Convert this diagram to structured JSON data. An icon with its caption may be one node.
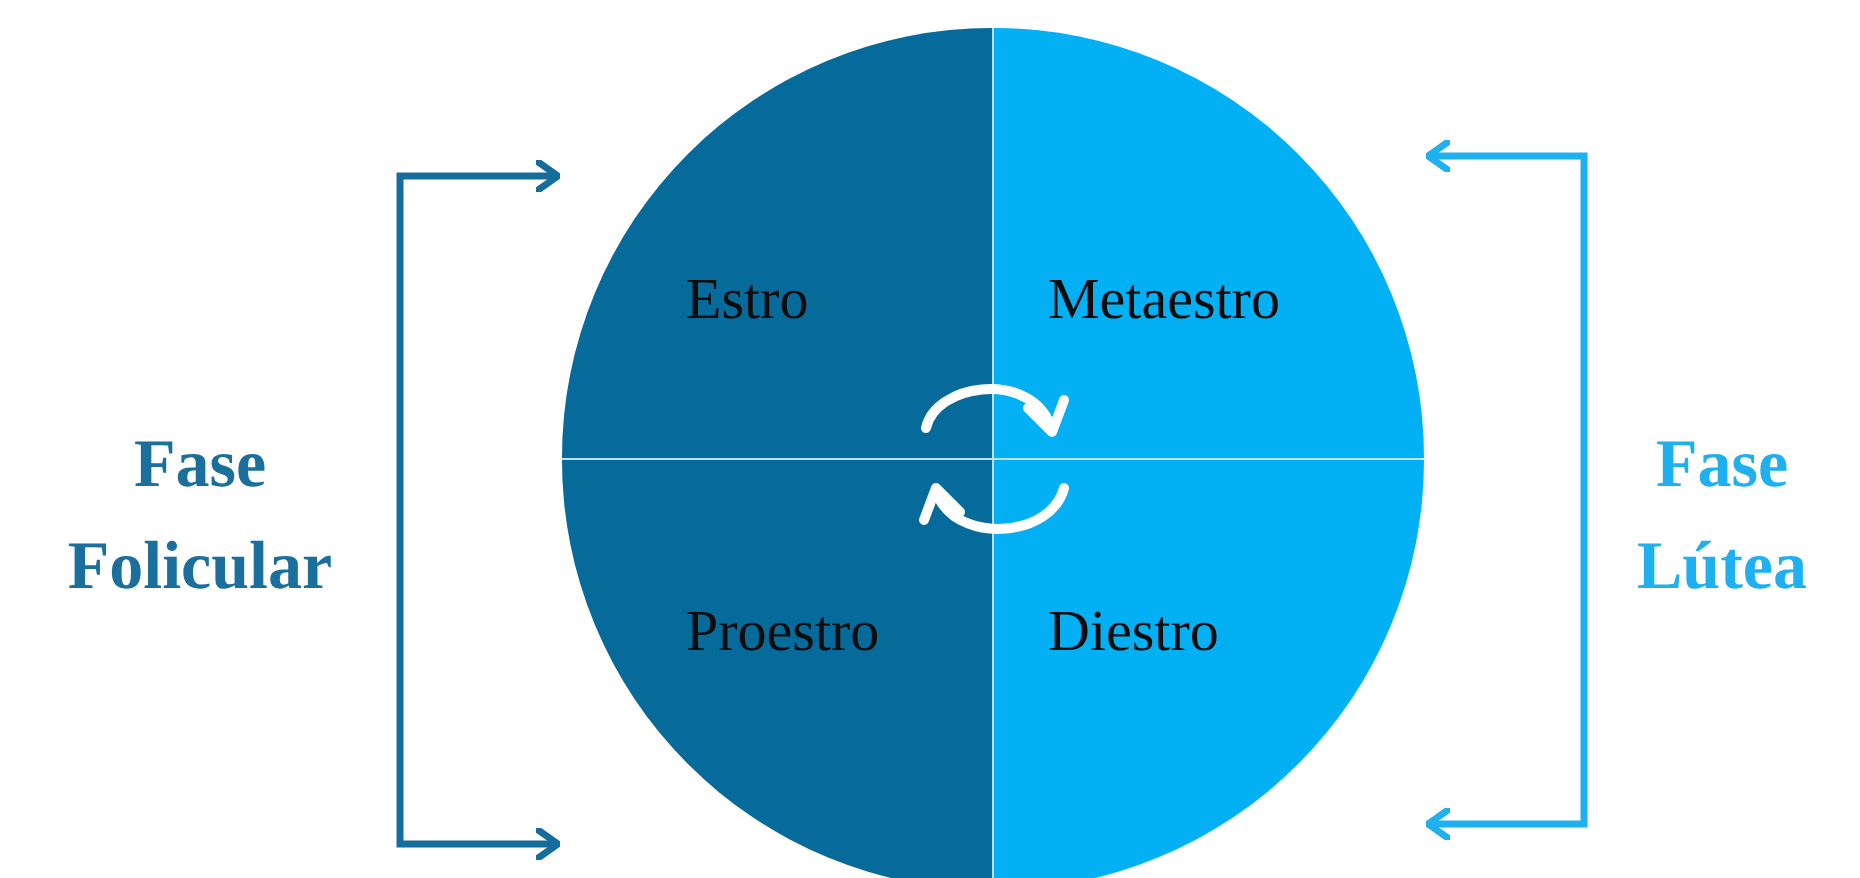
{
  "diagram": {
    "nodes": [
      {
        "text": [
          "Fase Folicular"
        ]
      },
      {
        "text": [
          "Estro"
        ]
      },
      {
        "text": [
          "Metaestro"
        ]
      },
      {
        "text": [
          "Proestro"
        ]
      },
      {
        "text": [
          "Diestro"
        ]
      },
      {
        "text": [
          "Fase Lútea"
        ]
      }
    ],
    "edges": [
      {
        "from": 0,
        "to": 1,
        "arrow": "to"
      },
      {
        "from": 0,
        "to": 3,
        "arrow": "to"
      },
      {
        "from": 5,
        "to": 2,
        "arrow": "to",
        "color": "#1fb0f0"
      },
      {
        "from": 5,
        "to": 4,
        "arrow": "to",
        "color": "#1fb0f0"
      }
    ]
  }
}
